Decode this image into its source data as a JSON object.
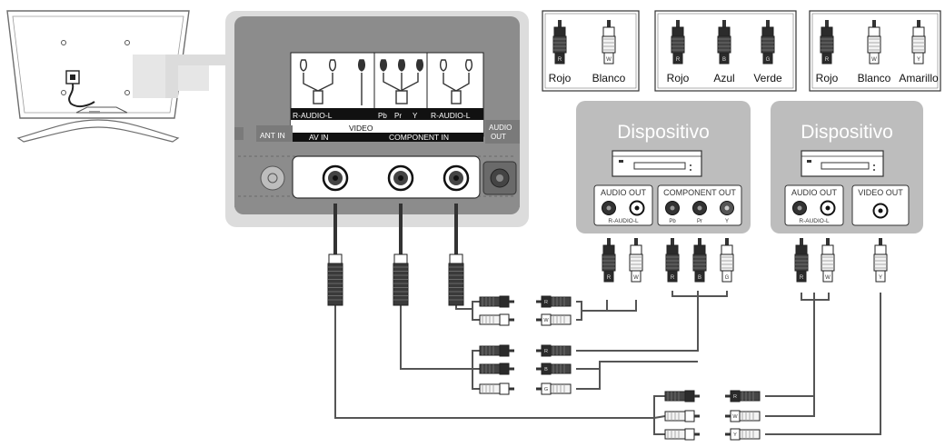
{
  "panel": {
    "audio_r_l_left": "R-AUDIO-L",
    "video": "VIDEO",
    "pb": "Pb",
    "pr": "Pr",
    "y": "Y",
    "audio_r_l_right": "R-AUDIO-L",
    "av_in": "AV IN",
    "component_in": "COMPONENT IN",
    "ant_in": "ANT IN",
    "audio_out_line1": "AUDIO",
    "audio_out_line2": "OUT"
  },
  "legends": [
    {
      "items": [
        {
          "label": "Rojo",
          "tip_letter": "R",
          "tip_color": "#333333"
        },
        {
          "label": "Blanco",
          "tip_letter": "W",
          "tip_color": "#f5f5f5"
        }
      ]
    },
    {
      "items": [
        {
          "label": "Rojo",
          "tip_letter": "R",
          "tip_color": "#333333"
        },
        {
          "label": "Azul",
          "tip_letter": "B",
          "tip_color": "#555555"
        },
        {
          "label": "Verde",
          "tip_letter": "G",
          "tip_color": "#777777"
        }
      ]
    },
    {
      "items": [
        {
          "label": "Rojo",
          "tip_letter": "R",
          "tip_color": "#333333"
        },
        {
          "label": "Blanco",
          "tip_letter": "W",
          "tip_color": "#f5f5f5"
        },
        {
          "label": "Amarillo",
          "tip_letter": "Y",
          "tip_color": "#e8e8e8"
        }
      ]
    }
  ],
  "devices": [
    {
      "title": "Dispositivo",
      "groups": [
        {
          "label": "AUDIO OUT",
          "sublabel": "R-AUDIO-L"
        },
        {
          "label": "COMPONENT OUT",
          "sub_pb": "Pb",
          "sub_pr": "Pr",
          "sub_y": "Y"
        }
      ]
    },
    {
      "title": "Dispositivo",
      "groups": [
        {
          "label": "AUDIO OUT",
          "sublabel": "R-AUDIO-L"
        },
        {
          "label": "VIDEO OUT"
        }
      ]
    }
  ],
  "colors": {
    "panel_bg": "#dcdcdc",
    "panel_inner": "#8a8a8a",
    "device_bg": "#bdbdbd",
    "cable": "#555555",
    "plug_dark": "#2b2b2b",
    "plug_light": "#ffffff"
  }
}
